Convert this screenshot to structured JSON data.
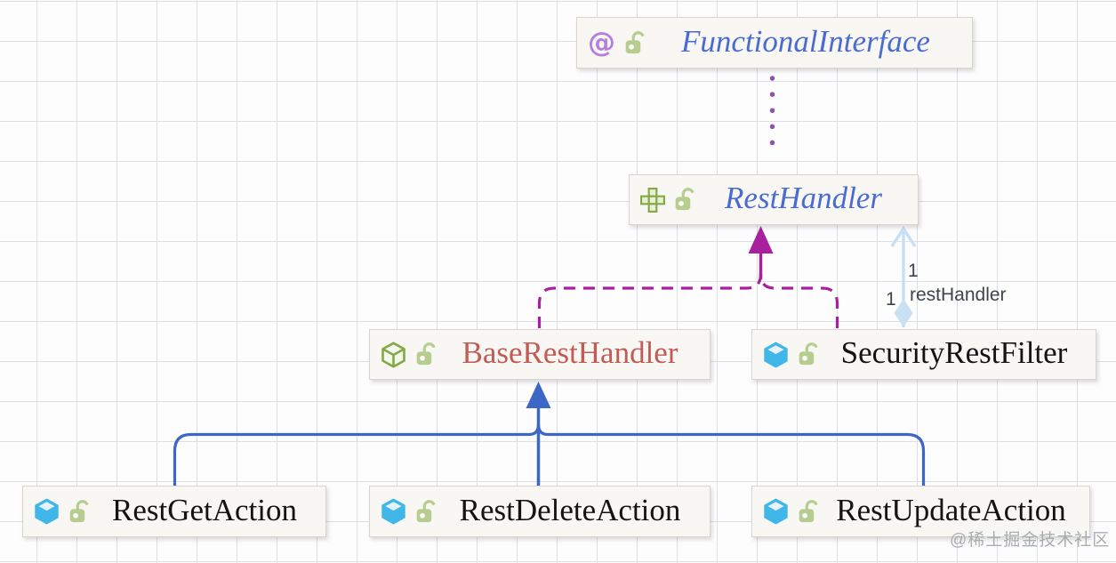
{
  "diagram": {
    "type": "uml-class-diagram",
    "nodes": {
      "functional": {
        "label": "FunctionalInterface",
        "kind": "annotation",
        "visibility": "public"
      },
      "restHandler": {
        "label": "RestHandler",
        "kind": "interface",
        "visibility": "public"
      },
      "baseRestHandler": {
        "label": "BaseRestHandler",
        "kind": "abstract-class",
        "visibility": "public"
      },
      "securityRestFilter": {
        "label": "SecurityRestFilter",
        "kind": "class",
        "visibility": "public"
      },
      "restGetAction": {
        "label": "RestGetAction",
        "kind": "class",
        "visibility": "public"
      },
      "restDeleteAction": {
        "label": "RestDeleteAction",
        "kind": "class",
        "visibility": "public"
      },
      "restUpdateAction": {
        "label": "RestUpdateAction",
        "kind": "class",
        "visibility": "public"
      }
    },
    "edges": [
      {
        "from": "RestHandler",
        "to": "FunctionalInterface",
        "type": "annotation",
        "style": "dotted"
      },
      {
        "from": "BaseRestHandler",
        "to": "RestHandler",
        "type": "realization",
        "style": "dashed"
      },
      {
        "from": "SecurityRestFilter",
        "to": "RestHandler",
        "type": "realization",
        "style": "dashed"
      },
      {
        "from": "SecurityRestFilter",
        "to": "RestHandler",
        "type": "aggregation",
        "style": "solid"
      },
      {
        "from": "RestGetAction",
        "to": "BaseRestHandler",
        "type": "inheritance",
        "style": "solid"
      },
      {
        "from": "RestDeleteAction",
        "to": "BaseRestHandler",
        "type": "inheritance",
        "style": "solid"
      },
      {
        "from": "RestUpdateAction",
        "to": "BaseRestHandler",
        "type": "inheritance",
        "style": "solid"
      }
    ],
    "colors": {
      "node_background": "#f8f7f4",
      "node_border": "#d9d6d1",
      "interface_text": "#4a6bd0",
      "abstract_text": "#c25b54",
      "class_text": "#141414",
      "annotation_icon": "#b57fdd",
      "green_icon": "#85aa45",
      "class_cube_blue": "#41b6e8",
      "lock_green": "#b7cd90",
      "dotted_edge": "#8f52ae",
      "realization_edge": "#a8209e",
      "inheritance_edge": "#3d67c5",
      "aggregation_edge": "#c9e0f4",
      "grid_line": "#dcdfe4"
    }
  },
  "icons": {
    "annotation_glyph": "@"
  },
  "edge_labels": {
    "multiplicity_upper": "1",
    "multiplicity_lower": "1",
    "field_name": "restHandler"
  },
  "watermark": "@稀土掘金技术社区"
}
